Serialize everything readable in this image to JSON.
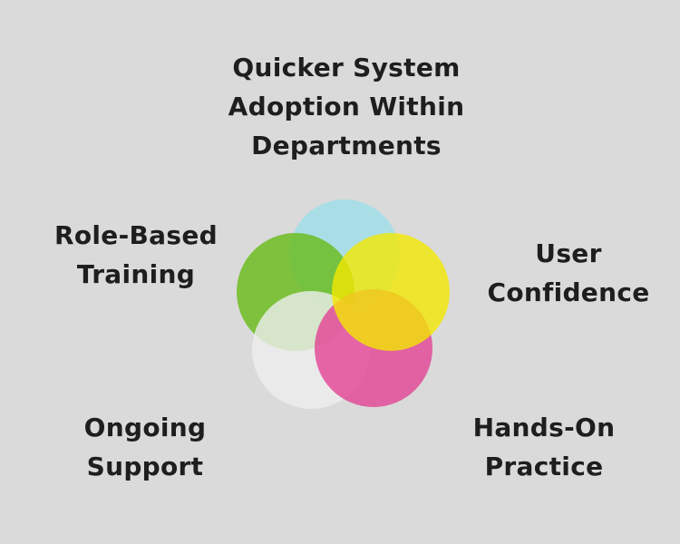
{
  "diagram": {
    "title": "Training benefits flower diagram",
    "background_color": "#dadada",
    "text_color": "#1e1e1e",
    "labels": {
      "top": {
        "lines": [
          "Quicker System",
          "Adoption Within",
          "Departments"
        ]
      },
      "left": {
        "lines": [
          "Role-Based",
          "Training"
        ]
      },
      "right": {
        "lines": [
          "User",
          "Confidence"
        ]
      },
      "bottom_left": {
        "lines": [
          "Ongoing",
          "Support"
        ]
      },
      "bottom_right": {
        "lines": [
          "Hands-On",
          "Practice"
        ]
      }
    },
    "circles": {
      "top": {
        "color_name": "cyan",
        "color": "rgba(158, 222, 233, 0.8)",
        "hex": "#a5dce8"
      },
      "left": {
        "color_name": "green",
        "color": "rgba(103, 186, 21, 0.8)",
        "hex": "#7ec03c"
      },
      "bottom_left": {
        "color_name": "white",
        "color": "rgba(237, 237, 237, 0.8)",
        "hex": "#e9e9e9"
      },
      "bottom_right": {
        "color_name": "pink",
        "color": "rgba(226, 66, 148, 0.8)",
        "hex": "#e060a2"
      },
      "right": {
        "color_name": "yellow",
        "color": "rgba(243, 231, 2, 0.8)",
        "hex": "#eee428"
      }
    }
  }
}
